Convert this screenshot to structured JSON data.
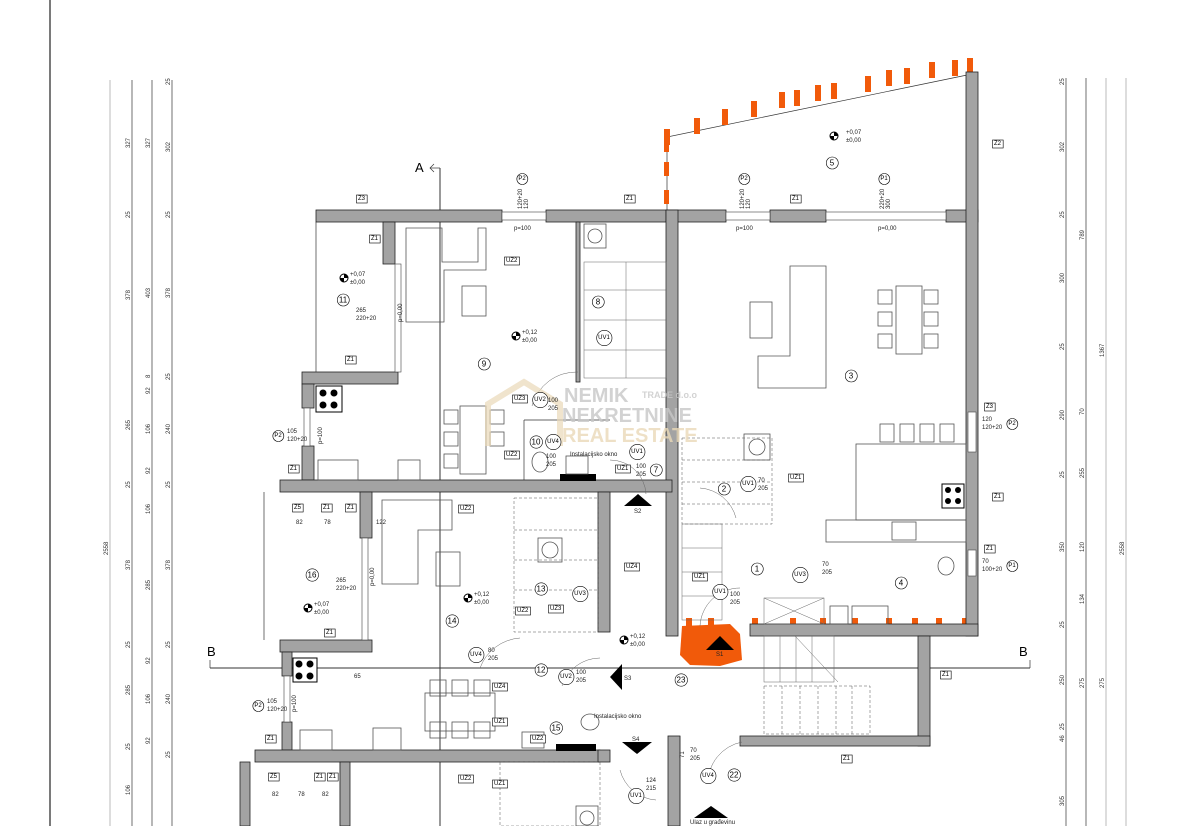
{
  "sections": {
    "a": "A",
    "b_left": "B",
    "b_right": "B",
    "s1": "S1",
    "s2": "S2",
    "s3": "S3",
    "s4": "S4"
  },
  "rooms": [
    "1",
    "2",
    "3",
    "4",
    "5",
    "7",
    "8",
    "9",
    "10",
    "11",
    "12",
    "13",
    "14",
    "15",
    "16",
    "22",
    "23"
  ],
  "dims_left": {
    "total": "2558",
    "col1": [
      "327",
      "25",
      "378",
      "265",
      "25",
      "378",
      "25",
      "285",
      "25",
      "106"
    ],
    "col2": [
      "327",
      "403",
      "8",
      "92",
      "106",
      "92",
      "106",
      "285",
      "92",
      "106",
      "92"
    ],
    "col3": [
      "25",
      "302",
      "25",
      "378",
      "25",
      "240",
      "25",
      "378",
      "25",
      "240",
      "25"
    ]
  },
  "dims_right": {
    "total": "2558",
    "col1": [
      "25",
      "302",
      "25",
      "300",
      "25",
      "290",
      "25",
      "350",
      "25",
      "250",
      "25",
      "46",
      "305"
    ],
    "col2": [
      "789",
      "70",
      "255",
      "120",
      "134",
      "275"
    ],
    "col3": [
      "1367",
      "275"
    ]
  },
  "elevations": {
    "terrace": {
      "top": "+0,07",
      "bottom": "±0,00"
    },
    "floor": {
      "top": "+0,12",
      "bottom": "±0,00"
    }
  },
  "tags": [
    "Z3",
    "Z1",
    "Z1",
    "Z1",
    "Z1",
    "Z2",
    "Z1",
    "Z5",
    "Z1",
    "Z1",
    "Z1",
    "Z1",
    "Z5",
    "Z1",
    "Z1",
    "Z1",
    "Z3",
    "Z1",
    "Z1",
    "Z1",
    "UZ2",
    "UZ3",
    "UZ2",
    "UZ1",
    "UZ1",
    "UZ4",
    "UZ2",
    "UZ1",
    "UZ2",
    "UZ3",
    "UZ4",
    "UZ1",
    "UZ2",
    "UZ2",
    "UZ1"
  ],
  "doors": [
    "UV1",
    "UV1",
    "UV2",
    "UV3",
    "UV4",
    "UV2",
    "UV1",
    "UV3",
    "UV1",
    "UV4",
    "UV4",
    "UV1"
  ],
  "openings": {
    "p2_left": {
      "tag": "P2",
      "w": "105",
      "h": "120+20"
    },
    "p2_left_b": {
      "tag": "P2",
      "w": "105",
      "h": "120+20"
    },
    "p2_top": {
      "tag": "P2",
      "w": "120",
      "h": "120+20"
    },
    "p2_top_r": {
      "tag": "P2",
      "w": "120",
      "h": "120+20"
    },
    "p1_top": {
      "tag": "P1",
      "w": "300",
      "h": "220+20"
    },
    "p2_right": {
      "tag": "P2",
      "w": "120",
      "h": "120+20"
    },
    "p1_right": {
      "tag": "P1",
      "w": "70",
      "h": "100+20"
    },
    "uv3_11": {
      "w": "265",
      "h": "220+20"
    },
    "uv3_16": {
      "w": "265",
      "h": "220+20"
    }
  },
  "door_dims": [
    "100",
    "205",
    "70",
    "205",
    "100",
    "205",
    "80",
    "205",
    "100",
    "205",
    "100",
    "205",
    "70",
    "205",
    "100",
    "205",
    "70",
    "205",
    "124",
    "215",
    "100",
    "205"
  ],
  "misc": {
    "p100": "p=100",
    "p000": "p=0,00",
    "install1": "Instalacijsko okno",
    "install2": "Instalacijsko okno",
    "entrance": "Ulaz u građevinu",
    "d82": "82",
    "d78": "78",
    "d122": "122",
    "d82b": "82",
    "d78b": "78",
    "d82c": "82",
    "d65": "65",
    "d71": "71"
  },
  "watermark": {
    "line1": "NEMIK",
    "line1b": "TRADE d.o.o",
    "line2": "NEKRETNINE",
    "line3": "REAL ESTATE"
  },
  "colors": {
    "accent": "#f15a0a",
    "wall": "#a3a3a3"
  }
}
